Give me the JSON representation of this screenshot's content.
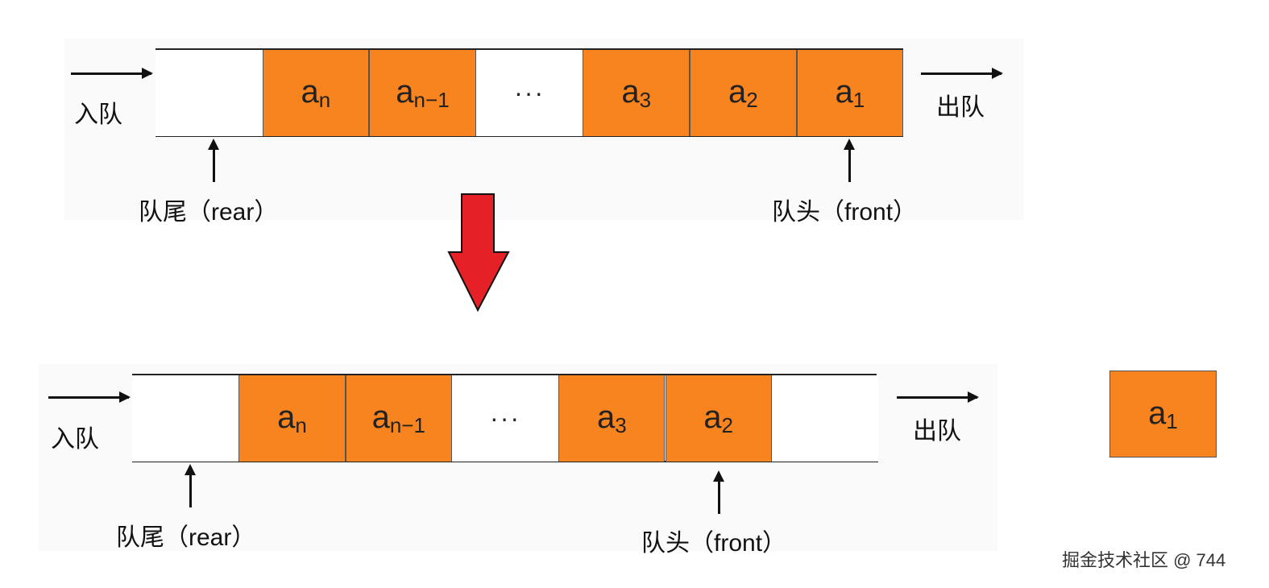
{
  "top_queue": {
    "cells": [
      {
        "text": "",
        "sub": "",
        "type": "empty"
      },
      {
        "text": "a",
        "sub": "n",
        "type": "filled"
      },
      {
        "text": "a",
        "sub": "n−1",
        "type": "filled"
      },
      {
        "text": "···",
        "sub": "",
        "type": "dots"
      },
      {
        "text": "a",
        "sub": "3",
        "type": "filled"
      },
      {
        "text": "a",
        "sub": "2",
        "type": "filled"
      },
      {
        "text": "a",
        "sub": "1",
        "type": "filled"
      }
    ],
    "enqueue_label": "入队",
    "dequeue_label": "出队",
    "rear_label": "队尾（rear）",
    "front_label": "队头（front）"
  },
  "bottom_queue": {
    "cells": [
      {
        "text": "",
        "sub": "",
        "type": "empty"
      },
      {
        "text": "a",
        "sub": "n",
        "type": "filled"
      },
      {
        "text": "a",
        "sub": "n−1",
        "type": "filled"
      },
      {
        "text": "···",
        "sub": "",
        "type": "dots"
      },
      {
        "text": "a",
        "sub": "3",
        "type": "filled"
      },
      {
        "text": "a",
        "sub": "2",
        "type": "filled"
      },
      {
        "text": "",
        "sub": "",
        "type": "empty"
      }
    ],
    "enqueue_label": "入队",
    "dequeue_label": "出队",
    "rear_label": "队尾（rear）",
    "front_label": "队头（front）"
  },
  "dequeued_element": {
    "text": "a",
    "sub": "1"
  },
  "colors": {
    "cell_fill": "#f88420",
    "transition_arrow": "#e52026"
  },
  "watermark": "掘金技术社区 @ 744"
}
